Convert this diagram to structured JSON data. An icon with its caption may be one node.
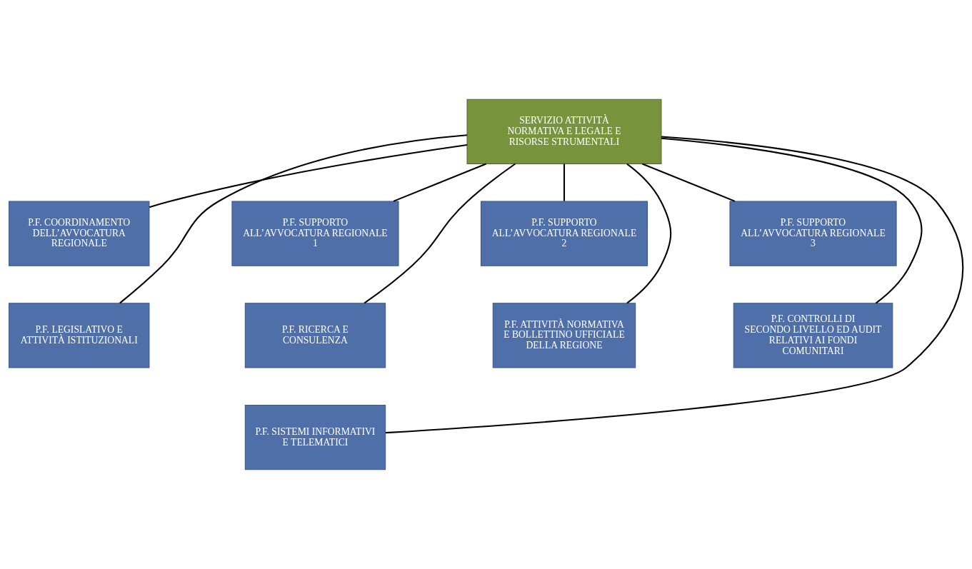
{
  "diagram": {
    "nodes": [
      {
        "text": [
          "SERVIZIO ATTIVITÀ NORMATIVA E LEGALE E RISORSE STRUMENTALI"
        ]
      },
      {
        "text": [
          "P.F. COORDINAMENTO DELL’AVVOCATURA REGIONALE"
        ]
      },
      {
        "text": [
          "P.F. SUPPORTO ALL’AVVOCATURA REGIONALE 1"
        ]
      },
      {
        "text": [
          "P.F. SUPPORTO ALL’AVVOCATURA REGIONALE 2"
        ]
      },
      {
        "text": [
          "P.F. SUPPORTO ALL’AVVOCATURA REGIONALE 3"
        ]
      },
      {
        "text": [
          "P.F. LEGISLATIVO E ATTIVITÀ ISTITUZIONALI"
        ]
      },
      {
        "text": [
          "P.F. RICERCA E CONSULENZA"
        ]
      },
      {
        "text": [
          "P.F. ATTIVITÀ NORMATIVA E BOLLETTINO UFFICIALE DELLA REGIONE"
        ]
      },
      {
        "text": [
          "P.F. CONTROLLI DI SECONDO LIVELLO ED AUDIT RELATIVI AI FONDI COMUNITARI"
        ]
      },
      {
        "text": [
          "P.F. SISTEMI INFORMATIVI E TELEMATICI"
        ]
      }
    ],
    "edges": [
      {
        "from": 0,
        "to": 1,
        "arrow": "none"
      },
      {
        "from": 0,
        "to": 5,
        "arrow": "none"
      },
      {
        "from": 0,
        "to": 2,
        "arrow": "none"
      },
      {
        "from": 0,
        "to": 6,
        "arrow": "none"
      },
      {
        "from": 0,
        "to": 9,
        "arrow": "none"
      },
      {
        "from": 0,
        "to": 7,
        "arrow": "none"
      },
      {
        "from": 0,
        "to": 3,
        "arrow": "none"
      },
      {
        "from": 0,
        "to": 8,
        "arrow": "none"
      },
      {
        "from": 0,
        "to": 4,
        "arrow": "none"
      }
    ]
  }
}
